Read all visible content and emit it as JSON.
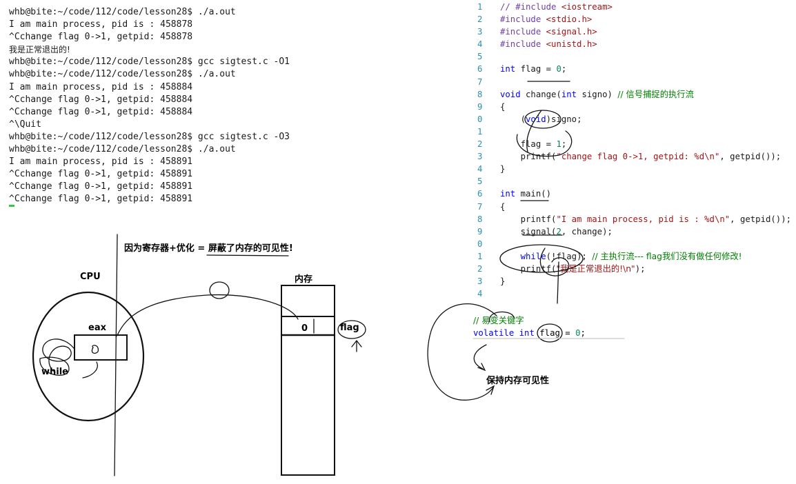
{
  "terminal": {
    "lines": [
      "whb@bite:~/code/112/code/lesson28$ ./a.out",
      "I am main process, pid is : 458878",
      "^Cchange flag 0->1, getpid: 458878",
      "我是正常退出的!",
      "whb@bite:~/code/112/code/lesson28$ gcc sigtest.c -O1",
      "whb@bite:~/code/112/code/lesson28$ ./a.out",
      "I am main process, pid is : 458884",
      "^Cchange flag 0->1, getpid: 458884",
      "^Cchange flag 0->1, getpid: 458884",
      "^\\Quit",
      "whb@bite:~/code/112/code/lesson28$ gcc sigtest.c -O3",
      "whb@bite:~/code/112/code/lesson28$ ./a.out",
      "I am main process, pid is : 458891",
      "^Cchange flag 0->1, getpid: 458891",
      "^Cchange flag 0->1, getpid: 458891",
      "^Cchange flag 0->1, getpid: 458891"
    ]
  },
  "code": {
    "line_numbers": [
      "1",
      "2",
      "3",
      "4",
      "5",
      "6",
      "7",
      "8",
      "9",
      "0",
      "1",
      "2",
      "3",
      "4",
      "5",
      "6",
      "7",
      "8",
      "9",
      "0",
      "1",
      "2",
      "3",
      "4"
    ],
    "l1_pp": "// #include",
    "l1_inc": "<iostream>",
    "l2_pp": "#include",
    "l2_inc": "<stdio.h>",
    "l3_pp": "#include",
    "l3_inc": "<signal.h>",
    "l4_pp": "#include",
    "l4_inc": "<unistd.h>",
    "l6_kw": "int",
    "l6_rest": " flag = ",
    "l6_num": "0",
    "l6_end": ";",
    "l8_kw": "void",
    "l8_fn": " change(",
    "l8_kw2": "int",
    "l8_rest": " signo) ",
    "l8_cm": "// 信号捕捉的执行流",
    "l9": "{",
    "l10_a": "    (",
    "l10_kw": "void",
    "l10_b": ")signo;",
    "l12_a": "    flag = ",
    "l12_num": "1",
    "l12_b": ";",
    "l13_a": "    printf(",
    "l13_str": "\"change flag 0->1, getpid: %d\\n\"",
    "l13_b": ", getpid());",
    "l14": "}",
    "l16_kw": "int",
    "l16_rest": " main()",
    "l17": "{",
    "l18_a": "    printf(",
    "l18_str": "\"I am main process, pid is : %d\\n\"",
    "l18_b": ", getpid());",
    "l19_a": "    signal(",
    "l19_num": "2",
    "l19_b": ", change);",
    "l21_a": "    ",
    "l21_kw": "while",
    "l21_b": "(!flag); ",
    "l21_cm": "// 主执行流--- flag我们没有做任何修改!",
    "l22_a": "    printf(",
    "l22_str": "\"我是正常退出的!\\n\"",
    "l22_b": ");",
    "l23": "}"
  },
  "volatile_snippet": {
    "comment": "// 易变关键字",
    "kw": "volatile",
    "kw2": "int",
    "rest": " flag = ",
    "num": "0",
    "end": ";"
  },
  "annotations": {
    "title": "因为寄存器+优化 = 屏蔽了内存的可见性!",
    "cpu": "CPU",
    "memory": "内存",
    "register": "eax",
    "loop": "while",
    "mem_value": "0",
    "var_name": "flag",
    "keep_visible": "保持内存可见性"
  },
  "colors": {
    "keyword": "#0000ff",
    "string": "#a31515",
    "comment": "#008000",
    "line_number": "#2b91af",
    "cursor": "#2ecc40"
  }
}
